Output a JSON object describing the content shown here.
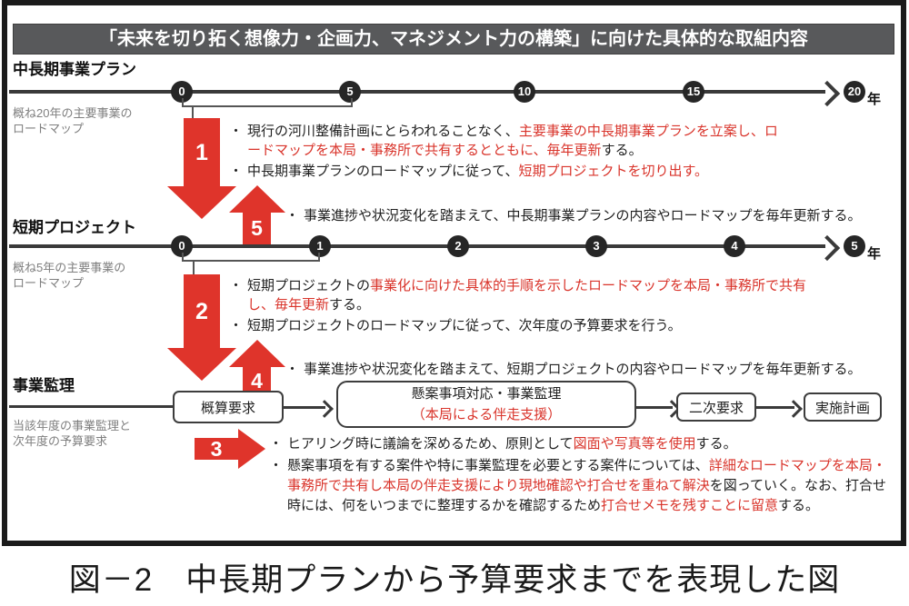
{
  "title": "「未来を切り拓く想像力・企画力、マネジメント力の構築」に向けた具体的な取組内容",
  "caption": "図－2　中長期プランから予算要求までを表現した図",
  "ui": {
    "bullet": "・"
  },
  "colors": {
    "accent_red": "#df342b",
    "titlebar_gray": "#58595b",
    "node_black": "#262626",
    "note_gray": "#7f7f7f"
  },
  "section1": {
    "label": "中長期事業プラン",
    "sublabel_line1": "概ね20年の主要事業の",
    "sublabel_line2": "ロードマップ",
    "ticks": [
      "0",
      "5",
      "10",
      "15"
    ],
    "end_tick": "20",
    "unit": "年"
  },
  "section2": {
    "label": "短期プロジェクト",
    "sublabel_line1": "概ね5年の主要事業の",
    "sublabel_line2": "ロードマップ",
    "ticks": [
      "0",
      "1",
      "2",
      "3",
      "4"
    ],
    "end_tick": "5",
    "unit": "年"
  },
  "section3": {
    "label": "事業監理",
    "sublabel_line1": "当該年度の事業監理と",
    "sublabel_line2": "次年度の予算要求",
    "box1": "概算要求",
    "box2_line1": "懸案事項対応・事業監理",
    "box2_line2": "（本局による伴走支援）",
    "box3": "二次要求",
    "box4": "実施計画"
  },
  "arrow_labels": {
    "a1": "1",
    "a2": "2",
    "a3": "3",
    "a4": "4",
    "a5": "5"
  },
  "bullets1": [
    {
      "segments": [
        {
          "t": "現行の河川整備計画にとらわれることなく、",
          "red": false
        },
        {
          "t": "主要事業の中長期事業プランを立案し、ロードマップを本局・事務所で共有するとともに、毎年更新",
          "red": true
        },
        {
          "t": "する。",
          "red": false
        }
      ]
    },
    {
      "segments": [
        {
          "t": "中長期事業プランのロードマップに従って、",
          "red": false
        },
        {
          "t": "短期プロジェクトを切り出す。",
          "red": true
        }
      ]
    }
  ],
  "bullet5": {
    "segments": [
      {
        "t": "事業進捗や状況変化を踏まえて、中長期事業プランの内容やロードマップを毎年更新する。",
        "red": false
      }
    ]
  },
  "bullets2": [
    {
      "segments": [
        {
          "t": "短期プロジェクトの",
          "red": false
        },
        {
          "t": "事業化に向けた具体的手順を示したロードマップを本局・事務所で共有し、毎年更新",
          "red": true
        },
        {
          "t": "する。",
          "red": false
        }
      ]
    },
    {
      "segments": [
        {
          "t": "短期プロジェクトのロードマップに従って、次年度の予算要求を行う。",
          "red": false
        }
      ]
    }
  ],
  "bullet4": {
    "segments": [
      {
        "t": "事業進捗や状況変化を踏まえて、短期プロジェクトの内容やロードマップを毎年更新する。",
        "red": false
      }
    ]
  },
  "bullets3": [
    {
      "segments": [
        {
          "t": "ヒアリング時に議論を深めるため、原則として",
          "red": false
        },
        {
          "t": "図面や写真等を使用",
          "red": true
        },
        {
          "t": "する。",
          "red": false
        }
      ]
    },
    {
      "segments": [
        {
          "t": "懸案事項を有する案件や特に事業監理を必要とする案件については、",
          "red": false
        },
        {
          "t": "詳細なロードマップを本局・事務所で共有し本局の伴走支援により現地確認や打合せを重ねて解決",
          "red": true
        },
        {
          "t": "を図っていく。なお、打合せ時には、何をいつまでに整理するかを確認するため",
          "red": false
        },
        {
          "t": "打合せメモを残すことに留意",
          "red": true
        },
        {
          "t": "する。",
          "red": false
        }
      ]
    }
  ]
}
